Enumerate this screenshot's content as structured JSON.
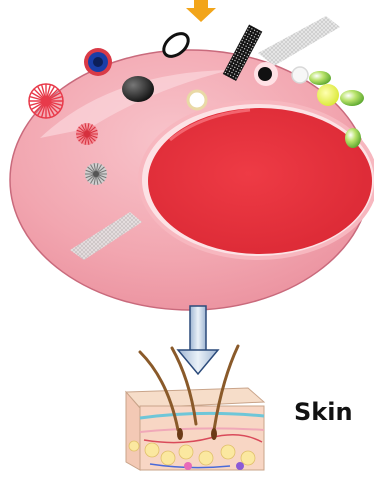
{
  "labels": {
    "skin": "Skin"
  },
  "colors": {
    "top_arrow": "#f2a51a",
    "cell_body": "#f2a8b2",
    "nucleus": "#e8333f",
    "down_arrow": "#c8d8ea"
  },
  "icons": [
    "cell-body",
    "nucleus",
    "dendrimer-particle",
    "ring-particle",
    "dark-sphere",
    "black-sheet",
    "graphene-sheet",
    "liposome",
    "green-capsule",
    "skin-tissue-block",
    "hair-follicle"
  ]
}
